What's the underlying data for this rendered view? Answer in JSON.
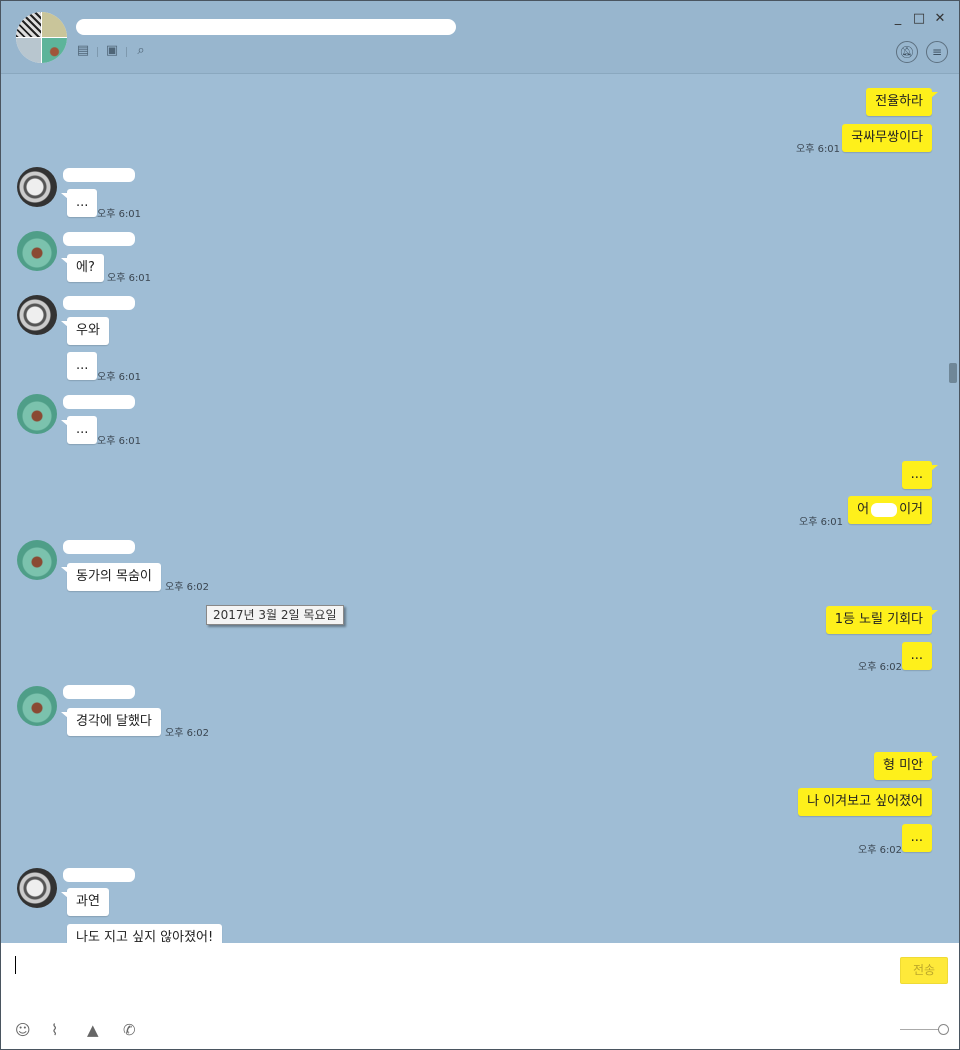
{
  "header": {
    "icons": [
      "notice-icon",
      "inbox-icon",
      "search-icon"
    ],
    "window_controls": {
      "minimize": "_",
      "maximize": "□",
      "close": "✕"
    },
    "mute_icon": "bell-off",
    "menu_icon": "≡"
  },
  "messages": {
    "m1": "전율하라",
    "m2": "국싸무쌍이다",
    "t1": "오후 6:01",
    "m3": "...",
    "t3": "오후 6:01",
    "m4": "에?",
    "t4": "오후 6:01",
    "m5": "우와",
    "m6": "...",
    "t6": "오후 6:01",
    "m7": "...",
    "t7": "오후 6:01",
    "m8": "...",
    "m9a": "어",
    "m9b": "이거",
    "t9": "오후 6:01",
    "m10": "동가의 목숨이",
    "t10": "오후 6:02",
    "m11": "1등 노릴 기회다",
    "m12": "...",
    "t12": "오후 6:02",
    "m13": "경각에 달했다",
    "t13": "오후 6:02",
    "m14": "형 미안",
    "m15": "나 이겨보고 싶어졌어",
    "m16": "...",
    "t16": "오후 6:02",
    "m17": "과연",
    "m18": "나도 지고 싶지 않아졌어!"
  },
  "date_tooltip": "2017년 3월 2일 목요일",
  "input": {
    "value": "",
    "send_label": "전송"
  },
  "colors": {
    "chat_bg": "#9fbdd5",
    "my_bubble": "#fef01b",
    "other_bubble": "#ffffff"
  }
}
